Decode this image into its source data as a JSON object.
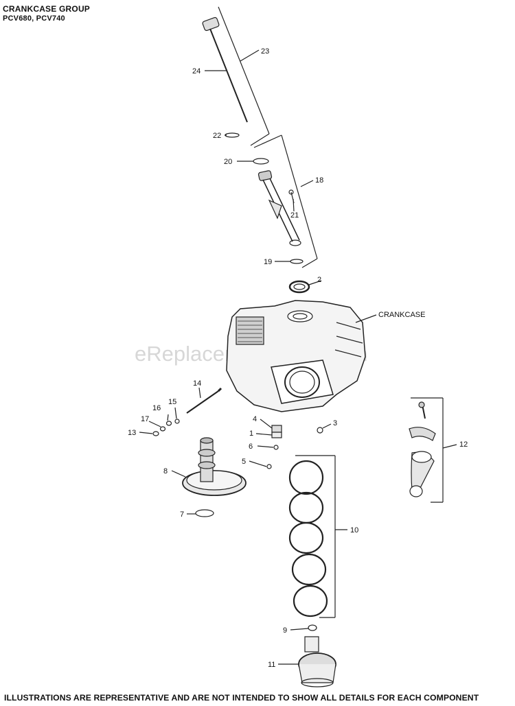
{
  "header": {
    "title": "CRANKCASE GROUP",
    "models": "PCV680, PCV740"
  },
  "footer": {
    "note": "ILLUSTRATIONS ARE REPRESENTATIVE AND ARE NOT INTENDED TO SHOW ALL DETAILS FOR EACH COMPONENT"
  },
  "watermark": "eReplacementParts.com",
  "callouts": {
    "c1": "1",
    "c2": "2",
    "c3": "3",
    "c4": "4",
    "c5": "5",
    "c6": "6",
    "c7": "7",
    "c8": "8",
    "c9": "9",
    "c10": "10",
    "c11": "11",
    "c12": "12",
    "c13": "13",
    "c14": "14",
    "c15": "15",
    "c16": "16",
    "c17": "17",
    "c18": "18",
    "c19": "19",
    "c20": "20",
    "c21": "21",
    "c22": "22",
    "c23": "23",
    "c24": "24",
    "crankcase": "CRANKCASE"
  }
}
